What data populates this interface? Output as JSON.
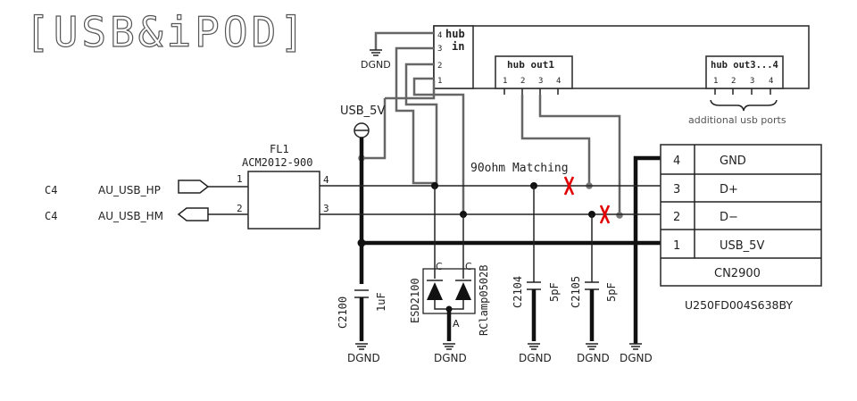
{
  "title": "[USB&iPOD]",
  "hub": {
    "in_label": "hub\nin",
    "in_label_line1": "hub",
    "in_label_line2": "in",
    "in_pins": [
      "4",
      "3",
      "2",
      "1"
    ],
    "out1_label": "hub out1",
    "out1_pins": [
      "1",
      "2",
      "3",
      "4"
    ],
    "out34_label": "hub out3...4",
    "out34_pins": [
      "1",
      "2",
      "3",
      "4"
    ],
    "additional_label": "additional usb ports"
  },
  "nets": {
    "dgnd": "DGND",
    "usb5v": "USB_5V",
    "matching": "90ohm Matching"
  },
  "signals": {
    "hp_ref": "C4",
    "hp_label": "AU_USB_HP",
    "hm_ref": "C4",
    "hm_label": "AU_USB_HM"
  },
  "filter": {
    "ref": "FL1",
    "part": "ACM2012-900",
    "pin1": "1",
    "pin2": "2",
    "pin3": "3",
    "pin4": "4"
  },
  "components": {
    "c2100_ref": "C2100",
    "c2100_val": "1uF",
    "esd_ref": "ESD2100",
    "esd_part": "RClamp0502B",
    "esd_c": "C",
    "esd_a": "A",
    "c2104_ref": "C2104",
    "c2104_val": "5pF",
    "c2105_ref": "C2105",
    "c2105_val": "5pF"
  },
  "connector": {
    "pins": [
      {
        "num": "4",
        "name": "GND"
      },
      {
        "num": "3",
        "name": "D+"
      },
      {
        "num": "2",
        "name": "D−"
      },
      {
        "num": "1",
        "name": "USB_5V"
      }
    ],
    "ref": "CN2900",
    "part": "U250FD004S638BY"
  },
  "colors": {
    "cut_marker": "#e00000",
    "rework_wire": "#666666"
  }
}
